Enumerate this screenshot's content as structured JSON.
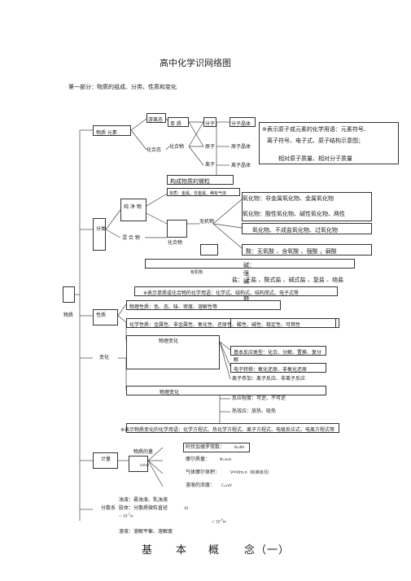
{
  "doc": {
    "title": "高中化学识网络图",
    "part_title": "第一部分：物质的组成、分类、性质和变化",
    "bottom_heading": [
      "基",
      "本",
      "概",
      "念（一）"
    ]
  },
  "composition": {
    "wuzhi_yuansu": "物质  元素",
    "youlizi": "游离态",
    "huahetai": "化合态",
    "danzhi": "单  质",
    "huahewu": "化合物",
    "fenzi": "分子",
    "yuanzi": "原子",
    "lizi": "离子",
    "fenzijingti": "分子晶体",
    "yuanzijingti": "原子晶体",
    "lizijingti": "离子晶体",
    "formula_line1": "※表示原子或元素的化学用语：元素符号、",
    "formula_line2": "离子符号、电子式、原子结构示意图；",
    "formula_line3": "相对原子质量、相对分子质量",
    "gouchengweili": "构成物质的微粒"
  },
  "classification": {
    "fenlei": "分类",
    "danzhi_types": "单质：金属、非金属、稀有气体",
    "chunjingwu": "纯 净 物",
    "hunhewu": "混 合 物",
    "wujiwu": "无机物",
    "huahewu": "化合物",
    "yanghuawu1": "氧化物：非金属氧化物、金属氧化物",
    "yanghuawu2": "氧化物：酸性氧化物、碱性氧化物、两性",
    "yanghuawu3": "氧化物、不成盐氧化物、过氧化物",
    "suan": "酸：无氧酸    、含氧酸    、强酸    ，弱酸",
    "jian": "碱：  强 碱    、 弱 碱",
    "youjiwu": "有机物",
    "yan": "盐：  正盐    、酸式盐    、碱式盐    、复盐    、络盐",
    "formula2": "※表示单质或化合物的化学用语：化学式、结构式、结构简式、电子式等"
  },
  "properties": {
    "wuzhi": "物质",
    "xingzhi": "性质",
    "wulixingzhi": "物理性质：色、态、味、密度、溶解性等",
    "huaxuexingzhi": "化学性质：金属性、非金属性、氧化性、还原性、酸性、碱性、稳定性、可燃性",
    "wulibianhua": "物理变化",
    "bianhua": "变化",
    "fanying_leixing": "基本反应类型：化合、分解、置换、复分解",
    "dianzi_zhuanyi": "电子转移：氧化还原、非氧化还原",
    "lizi_canjia": "离子参加：离子反应、非离子反应",
    "wulibianhua2": "物理变化",
    "fanying_chengdu": "反应程度：可逆、不可逆",
    "rexiaoying": "热效应：放热、吸热",
    "formula3": "※表示物质变化的化学用语：化学方程式、热化学方程式、离子方程式、电极反应式、电离方程式等"
  },
  "measurement": {
    "jiliang": "计量",
    "avogadro": "阿伏加德罗常数：",
    "avogadro_val": "N=NA",
    "wuzhi_de_liang": "物质的量",
    "n_mol": "n/mol",
    "molar_mass": "摩尔质量：",
    "molar_mass_val": "M=m/n",
    "gas_volume": "气体摩尔体积：",
    "gas_volume_val": "V=Vm·n（标准状况）",
    "concentration": "溶液的浓度：",
    "concentration_val": "C=n/V"
  },
  "dispersion": {
    "fensanxi": "分散系",
    "zhuoye": "浊液：悬浊液、乳浊液",
    "jiaoti": "胶体：分散质微粒直径",
    "jiaoti_val1": "10",
    "jiaoti_exp1": "-9",
    "jiaoti_val2": "～ 10",
    "jiaoti_exp2": "-7",
    "jiaoti_unit": "m",
    "less": "＜ 10",
    "less_exp": "-9",
    "less_unit": "m",
    "rongye": "溶液：溶解平衡、溶解度"
  }
}
